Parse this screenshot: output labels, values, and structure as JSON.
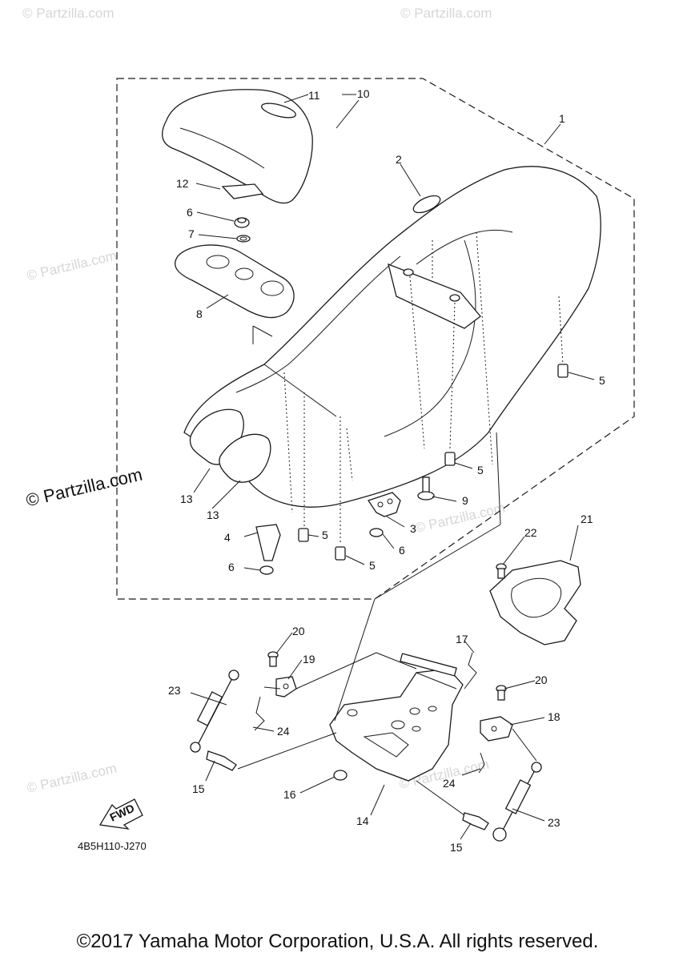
{
  "diagram": {
    "callouts": [
      "1",
      "2",
      "3",
      "4",
      "5",
      "6",
      "7",
      "8",
      "9",
      "10",
      "11",
      "12",
      "13",
      "14",
      "15",
      "16",
      "17",
      "18",
      "19",
      "20",
      "21",
      "22",
      "23",
      "24"
    ],
    "fwd_label": "FWD",
    "drawing_code": "4B5H110-J270",
    "watermark_main": "© Partzilla.com",
    "watermark_faint": "© Partzilla.com",
    "copyright": "©2017 Yamaha Motor Corporation, U.S.A. All rights reserved."
  }
}
